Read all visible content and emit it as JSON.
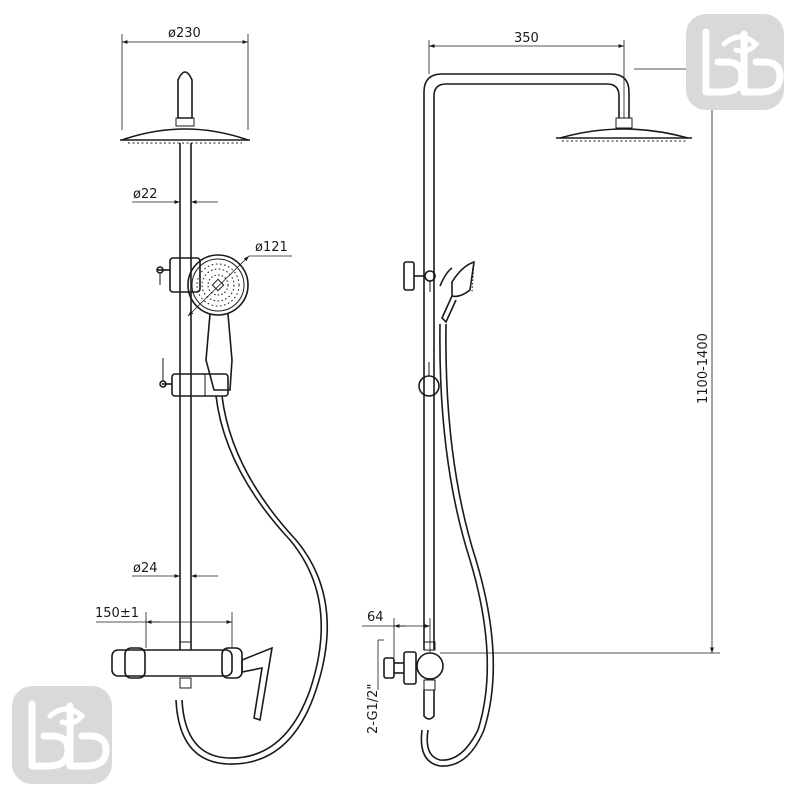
{
  "dimensions": {
    "head_diameter": "ø230",
    "arm_reach": "350",
    "rail_diameter": "ø22",
    "handshower_diameter": "ø121",
    "pipe_diameter": "ø24",
    "center_distance": "150±1",
    "wall_offset": "64",
    "height_range": "1100-1400",
    "inlet_thread": "2-G1/2\""
  },
  "colors": {
    "line": "#1a1a1a",
    "logo_bg": "#d9d9d9",
    "logo_fg": "#ffffff"
  }
}
